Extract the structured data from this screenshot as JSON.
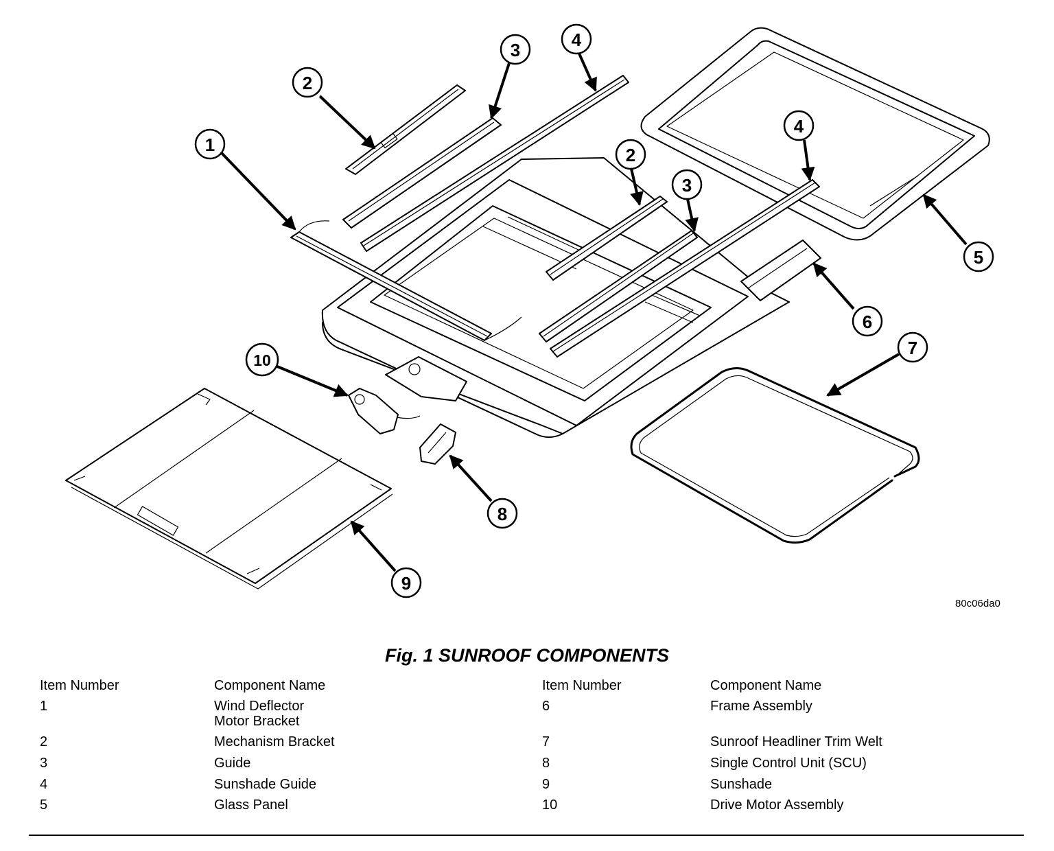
{
  "figure": {
    "caption": "Fig. 1 SUNROOF COMPONENTS",
    "image_code": "80c06da0",
    "callouts": [
      "1",
      "2",
      "3",
      "4",
      "2",
      "3",
      "4",
      "5",
      "6",
      "7",
      "8",
      "9",
      "10"
    ]
  },
  "legend_table": {
    "headers": [
      "Item Number",
      "Component Name",
      "Item Number",
      "Component Name"
    ],
    "rows": [
      {
        "left_num": "1",
        "left_name": "Wind Deflector\nMotor Bracket",
        "right_num": "6",
        "right_name": "Frame Assembly"
      },
      {
        "left_num": "2",
        "left_name": "Mechanism Bracket",
        "right_num": "7",
        "right_name": "Sunroof Headliner Trim Welt"
      },
      {
        "left_num": "3",
        "left_name": "Guide",
        "right_num": "8",
        "right_name": "Single Control Unit (SCU)"
      },
      {
        "left_num": "4",
        "left_name": "Sunshade Guide",
        "right_num": "9",
        "right_name": "Sunshade"
      },
      {
        "left_num": "5",
        "left_name": "Glass Panel",
        "right_num": "10",
        "right_name": "Drive Motor Assembly"
      }
    ]
  }
}
